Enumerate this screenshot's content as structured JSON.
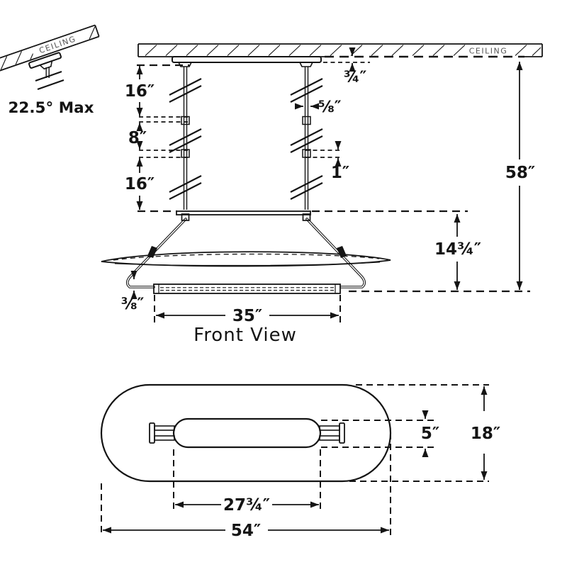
{
  "colors": {
    "ink": "#141414",
    "background": "#ffffff",
    "ceiling_text": "#555555"
  },
  "ceiling_detail": {
    "ceiling_label": "CEILING",
    "angle_label": "22.5° Max"
  },
  "front_view": {
    "title": "Front View",
    "ceiling_label": "CEILING",
    "dim_canopy_thickness": "¾″",
    "dim_stem_upper": "16″",
    "dim_stem_diameter": "⅝″",
    "dim_stem_middle": "8″",
    "dim_connector_length": "1″",
    "dim_stem_lower": "16″",
    "dim_overall_height": "58″",
    "dim_body_height": "14¾″",
    "dim_wire_diameter": "⅜″",
    "dim_light_bar_length": "35″"
  },
  "plan_view": {
    "dim_inner_width": "5″",
    "dim_overall_width": "18″",
    "dim_inner_length": "27¾″",
    "dim_overall_length": "54″"
  }
}
